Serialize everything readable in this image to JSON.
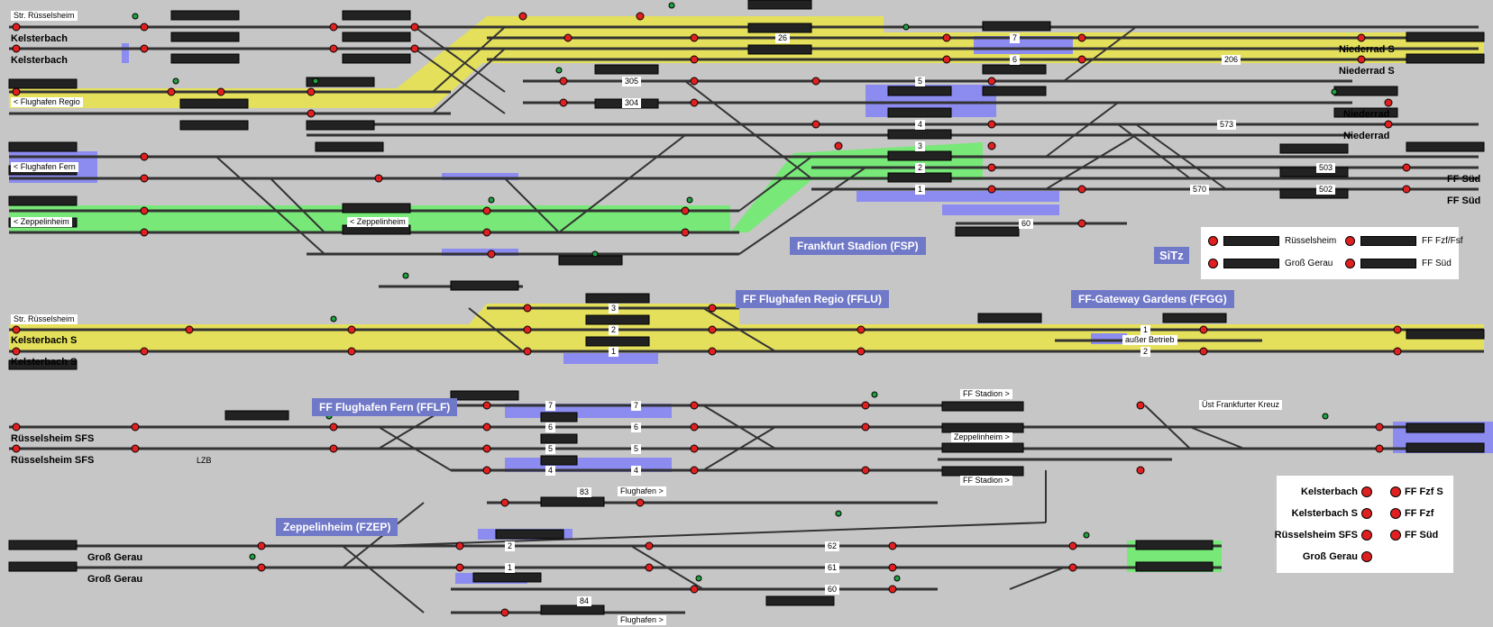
{
  "labels": {
    "str_russelsheim_top": "Str. Rüsselsheim",
    "kelsterbach_1": "Kelsterbach",
    "kelsterbach_2": "Kelsterbach",
    "flughafen_regio": "< Flughafen Regio",
    "flughafen_fern": "< Flughafen Fern",
    "zeppelinheim_left": "< Zeppelinheim",
    "zeppelinheim_mid": "< Zeppelinheim",
    "niederrad_s_1": "Niederrad S",
    "niederrad_s_2": "Niederrad S",
    "niederrad_1": "Niederrad",
    "niederrad_2": "Niederrad",
    "ff_sud_1": "FF Süd",
    "ff_sud_2": "FF Süd",
    "str_russelsheim_mid": "Str. Rüsselsheim",
    "kelsterbach_s_1": "Kelsterbach S",
    "kelsterbach_s_2": "Kelsterbach S",
    "russelsheim_sfs_1": "Rüsselsheim SFS",
    "russelsheim_sfs_2": "Rüsselsheim SFS",
    "lzb": "LZB",
    "gross_gerau_1": "Groß Gerau",
    "gross_gerau_2": "Groß Gerau",
    "ausser_betrieb": "außer Betrieb",
    "ust_frankfurter_kreuz": "Üst Frankfurter Kreuz",
    "ff_stadion_1": "FF Stadion >",
    "zeppelinheim_right": "Zeppelinheim >",
    "ff_stadion_2": "FF Stadion >",
    "flughafen_1": "Flughafen >",
    "flughafen_2": "Flughafen >"
  },
  "stations": {
    "fsp": "Frankfurt Stadion (FSP)",
    "fflu": "FF Flughafen Regio (FFLU)",
    "ffgg": "FF-Gateway Gardens (FFGG)",
    "fflf": "FF Flughafen Fern (FFLF)",
    "fzep": "Zeppelinheim (FZEP)",
    "sitz": "SiTz"
  },
  "legend_top": {
    "r1": "Rüsselsheim",
    "r2": "FF Fzf/Fsf",
    "r3": "Groß Gerau",
    "r4": "FF Süd"
  },
  "legend_bottom": {
    "l1": "Kelsterbach",
    "l2": "Kelsterbach S",
    "l3": "Rüsselsheim SFS",
    "l4": "Groß Gerau",
    "r1": "FF Fzf S",
    "r2": "FF Fzf",
    "r3": "FF Süd"
  },
  "track_numbers": {
    "t26": "26",
    "t7": "7",
    "t6": "6",
    "t206": "206",
    "t305": "305",
    "t304": "304",
    "t5": "5",
    "t4": "4",
    "t3": "3",
    "t2": "2",
    "t1": "1",
    "t573": "573",
    "t503": "503",
    "t570": "570",
    "t502": "502",
    "t60": "60",
    "s3": "3",
    "s2": "2",
    "s1": "1",
    "g1": "1",
    "g2": "2",
    "f7": "7",
    "f6": "6",
    "f5": "5",
    "f4": "4",
    "f7b": "7",
    "f6b": "6",
    "f5b": "5",
    "f4b": "4",
    "t83": "83",
    "t84": "84",
    "z2": "2",
    "z1": "1",
    "t62": "62",
    "t61": "61",
    "t60b": "60"
  },
  "colors": {
    "background": "#c6c6c6",
    "yellow_route": "#e4e05c",
    "green_route": "#78e878",
    "blue_block": "#8c8cf0",
    "signal_red": "#e02020",
    "signal_green": "#20a040",
    "station_label": "#7078c8"
  }
}
